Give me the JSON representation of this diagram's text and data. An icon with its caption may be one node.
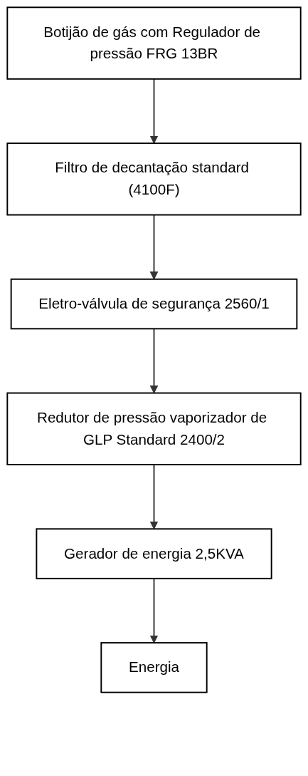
{
  "diagram": {
    "nodes": [
      {
        "text": [
          "Botijão de gás com Regulador de pressão FRG 13BR"
        ]
      },
      {
        "text": [
          "Filtro de decantação standard (4100F)"
        ]
      },
      {
        "text": [
          "Eletro-válvula de segurança 2560/1"
        ]
      },
      {
        "text": [
          "Redutor de pressão vaporizador de GLP Standard 2400/2"
        ]
      },
      {
        "text": [
          "Gerador de energia 2,5KVA"
        ]
      },
      {
        "text": [
          "Energia"
        ]
      }
    ],
    "edges": [
      {
        "from": 0,
        "to": 1,
        "arrow": "to"
      },
      {
        "from": 1,
        "to": 2,
        "arrow": "to"
      },
      {
        "from": 2,
        "to": 3,
        "arrow": "to"
      },
      {
        "from": 3,
        "to": 4,
        "arrow": "to"
      },
      {
        "from": 4,
        "to": 5,
        "arrow": "to"
      }
    ]
  }
}
